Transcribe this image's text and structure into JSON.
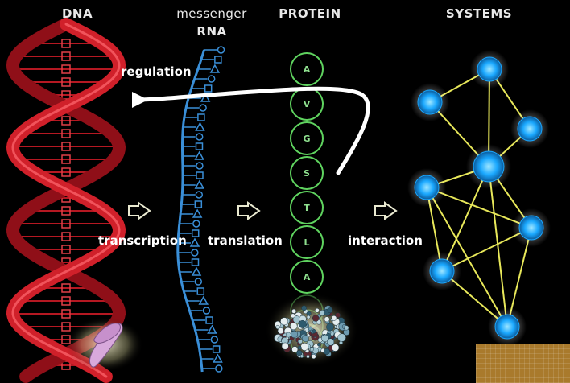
{
  "headers": {
    "dna": "DNA",
    "mrna_line1": "messenger",
    "mrna_line2": "RNA",
    "protein": "PROTEIN",
    "systems": "SYSTEMS"
  },
  "labels": {
    "regulation": "regulation",
    "transcription": "transcription",
    "translation": "translation",
    "interaction": "interaction"
  },
  "protein_letters": [
    "A",
    "V",
    "G",
    "S",
    "T",
    "L",
    "A"
  ],
  "colors": {
    "dna": "#d0202a",
    "mrna": "#3a8fd8",
    "protein_chain": "#5fd35f",
    "network_node": "#1aa8ff",
    "network_edge": "#e8e85a",
    "arrow": "#ffffff"
  },
  "icons": {
    "step_arrow": "outline-arrow-right-icon",
    "regulation_arrow": "curved-arrow-left-icon",
    "chromosome": "chromosome-icon",
    "protein_structure": "protein-structure-icon"
  }
}
